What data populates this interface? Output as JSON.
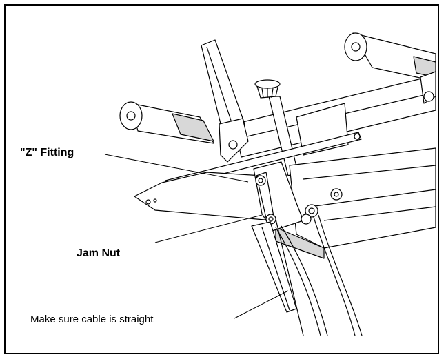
{
  "callouts": {
    "z_fitting": "\"Z\" Fitting",
    "jam_nut": "Jam Nut",
    "cable_note": "Make sure cable is straight"
  },
  "colors": {
    "line": "#000000",
    "background": "#ffffff",
    "shade": "#d8d8d8"
  }
}
